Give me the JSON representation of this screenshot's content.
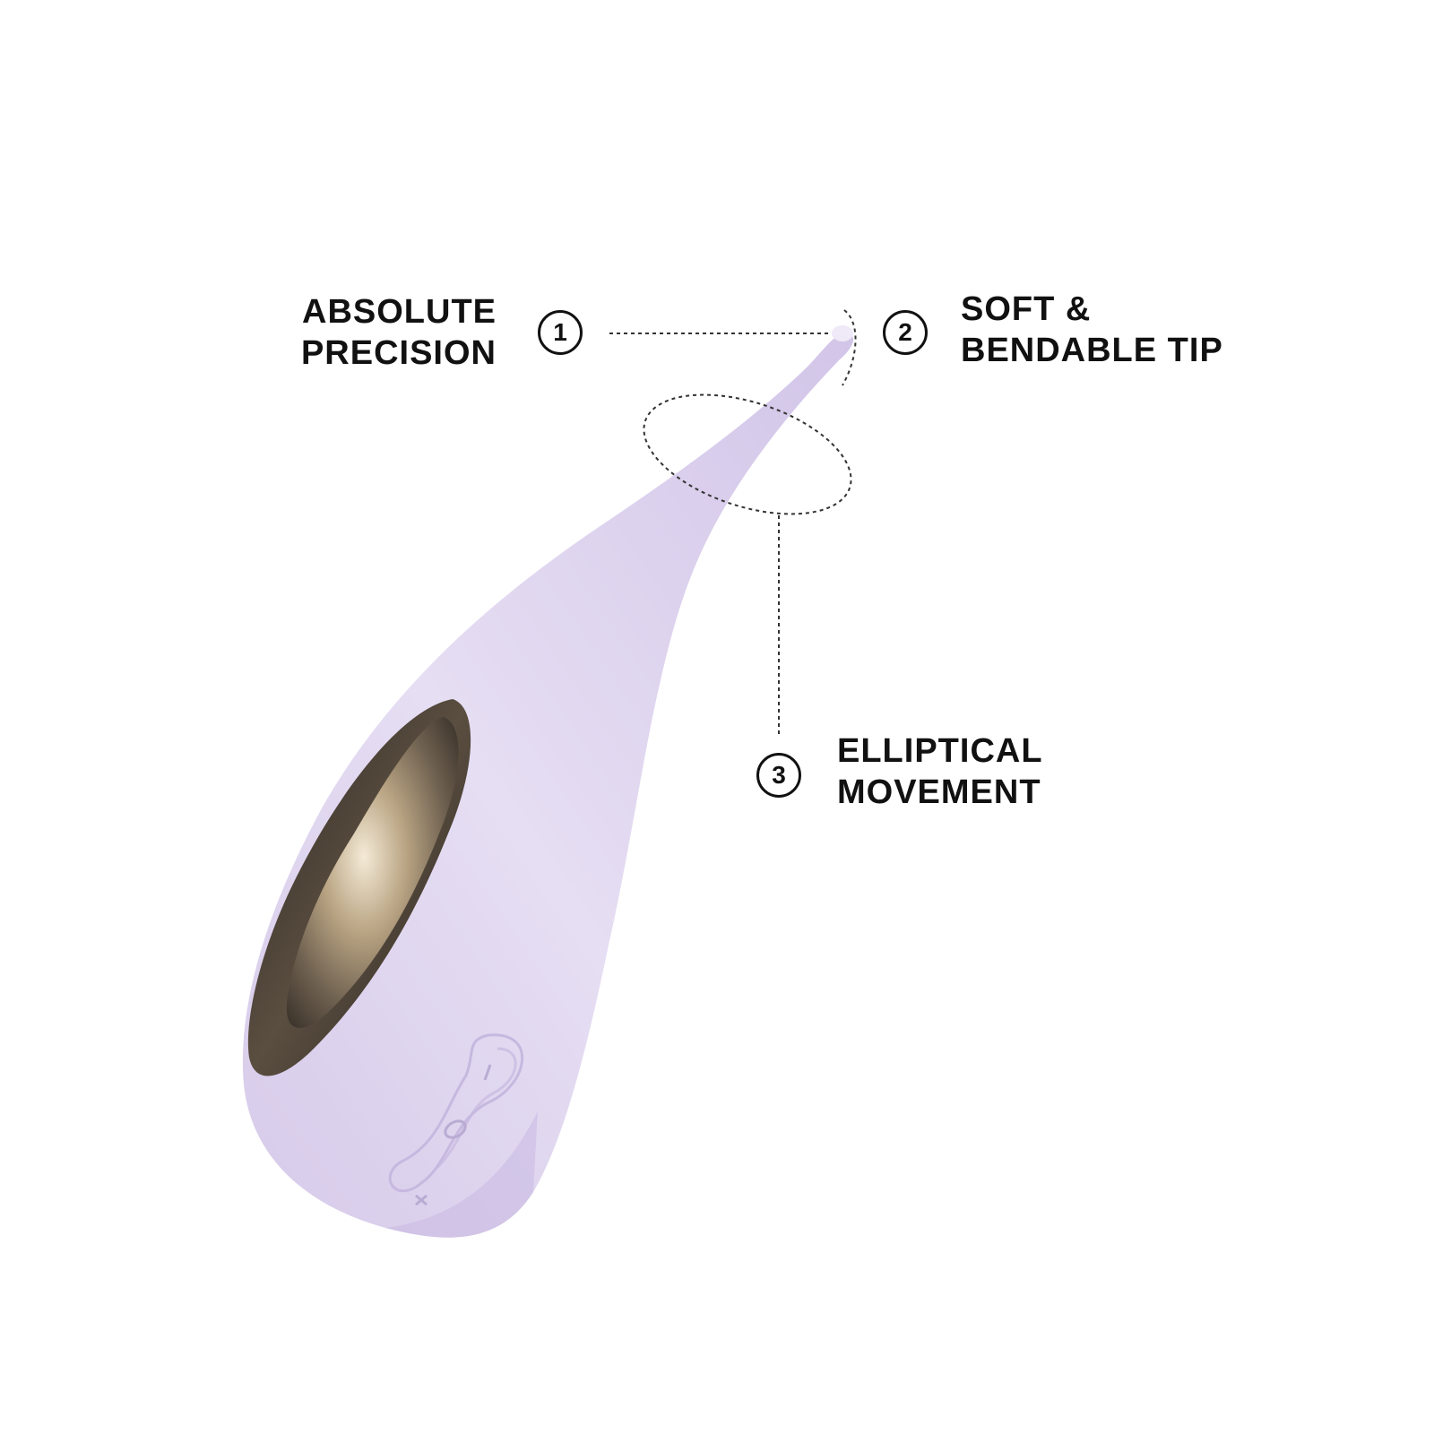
{
  "features": [
    {
      "number": "1",
      "lines": [
        "ABSOLUTE",
        "PRECISION"
      ]
    },
    {
      "number": "2",
      "lines": [
        "SOFT &",
        "BENDABLE TIP"
      ]
    },
    {
      "number": "3",
      "lines": [
        "ELLIPTICAL",
        "MOVEMENT"
      ]
    }
  ],
  "colors": {
    "body": "#ddd3ee",
    "body_shadow": "#c9bbe2",
    "metal": "#b8a58a",
    "text": "#111111",
    "background": "#ffffff"
  },
  "icons": [
    "power-icon",
    "mode-icon",
    "plus-icon",
    "minus-icon"
  ]
}
